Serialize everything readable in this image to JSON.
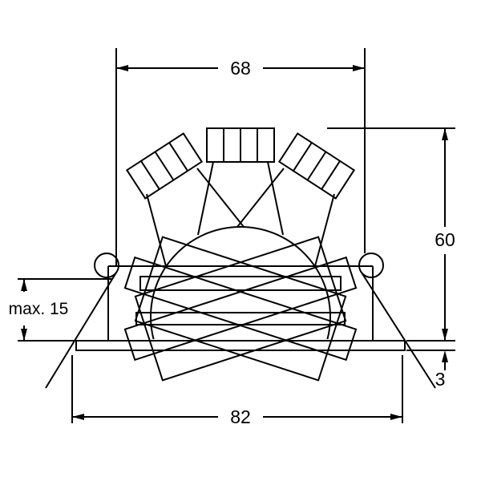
{
  "drawing": {
    "subject": "recessed-swivel-downlight-dimension-drawing",
    "background_color": "#ffffff",
    "line_color": "#000000"
  },
  "dimensions": {
    "top_width": "68",
    "height": "60",
    "flange_thickness": "3",
    "bottom_width": "82",
    "max_recess_depth": "max. 15"
  }
}
